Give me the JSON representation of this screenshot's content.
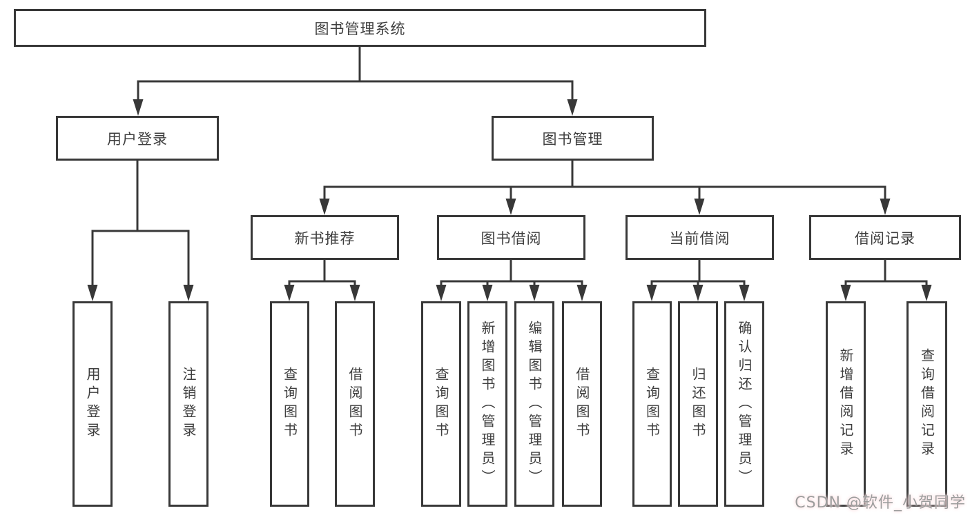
{
  "nodes": {
    "root": "图书管理系统",
    "level2": {
      "user_login": "用户登录",
      "book_mgmt": "图书管理"
    },
    "level3": {
      "new_book_recommend": "新书推荐",
      "book_borrow": "图书借阅",
      "current_borrow": "当前借阅",
      "borrow_records": "借阅记录"
    },
    "leaves": {
      "ul_login": "用户登录",
      "ul_logout": "注销登录",
      "nb_query": "查询图书",
      "nb_borrow": "借阅图书",
      "bb_query": "查询图书",
      "bb_add": "新增图书（管理员）",
      "bb_edit": "编辑图书（管理员）",
      "bb_borrow": "借阅图书",
      "cb_query": "查询图书",
      "cb_return": "归还图书",
      "cb_confirm": "确认归还（管理员）",
      "br_add": "新增借阅记录",
      "br_query": "查询借阅记录"
    }
  },
  "watermark": "CSDN @软件_小贺同学",
  "colors": {
    "line": "#383838",
    "text": "#3e3e3e",
    "box_bg": "#ffffff",
    "watermark": "#9c9c9c"
  }
}
